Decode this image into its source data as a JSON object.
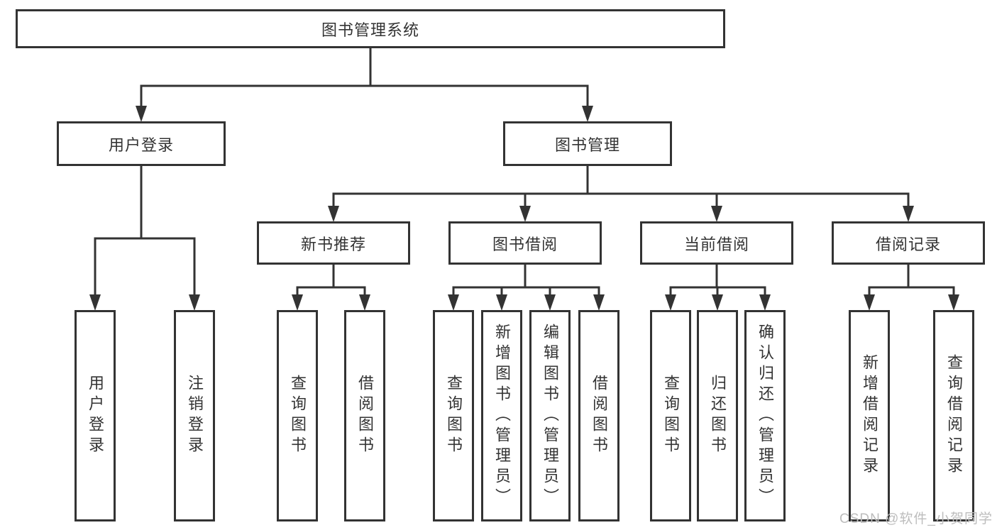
{
  "diagram": {
    "root": {
      "label": "图书管理系统"
    },
    "level2": [
      {
        "id": "user-login",
        "label": "用户登录"
      },
      {
        "id": "book-management",
        "label": "图书管理"
      }
    ],
    "level3": [
      {
        "id": "new-book-recommend",
        "label": "新书推荐"
      },
      {
        "id": "book-borrow",
        "label": "图书借阅"
      },
      {
        "id": "current-borrow",
        "label": "当前借阅"
      },
      {
        "id": "borrow-records",
        "label": "借阅记录"
      }
    ],
    "leaves": {
      "user_login": [
        "用户登录",
        "注销登录"
      ],
      "new_book_recommend": [
        "查询图书",
        "借阅图书"
      ],
      "book_borrow": [
        "查询图书",
        "新增图书（管理员）",
        "编辑图书（管理员）",
        "借阅图书"
      ],
      "current_borrow": [
        "查询图书",
        "归还图书",
        "确认归还（管理员）"
      ],
      "borrow_records": [
        "新增借阅记录",
        "查询借阅记录"
      ]
    }
  },
  "watermark": {
    "text": "CSDN @软件_小贺同学"
  },
  "colors": {
    "line": "#333333",
    "text": "#333333",
    "background": "#ffffff",
    "watermark": "#bdbdbd"
  }
}
